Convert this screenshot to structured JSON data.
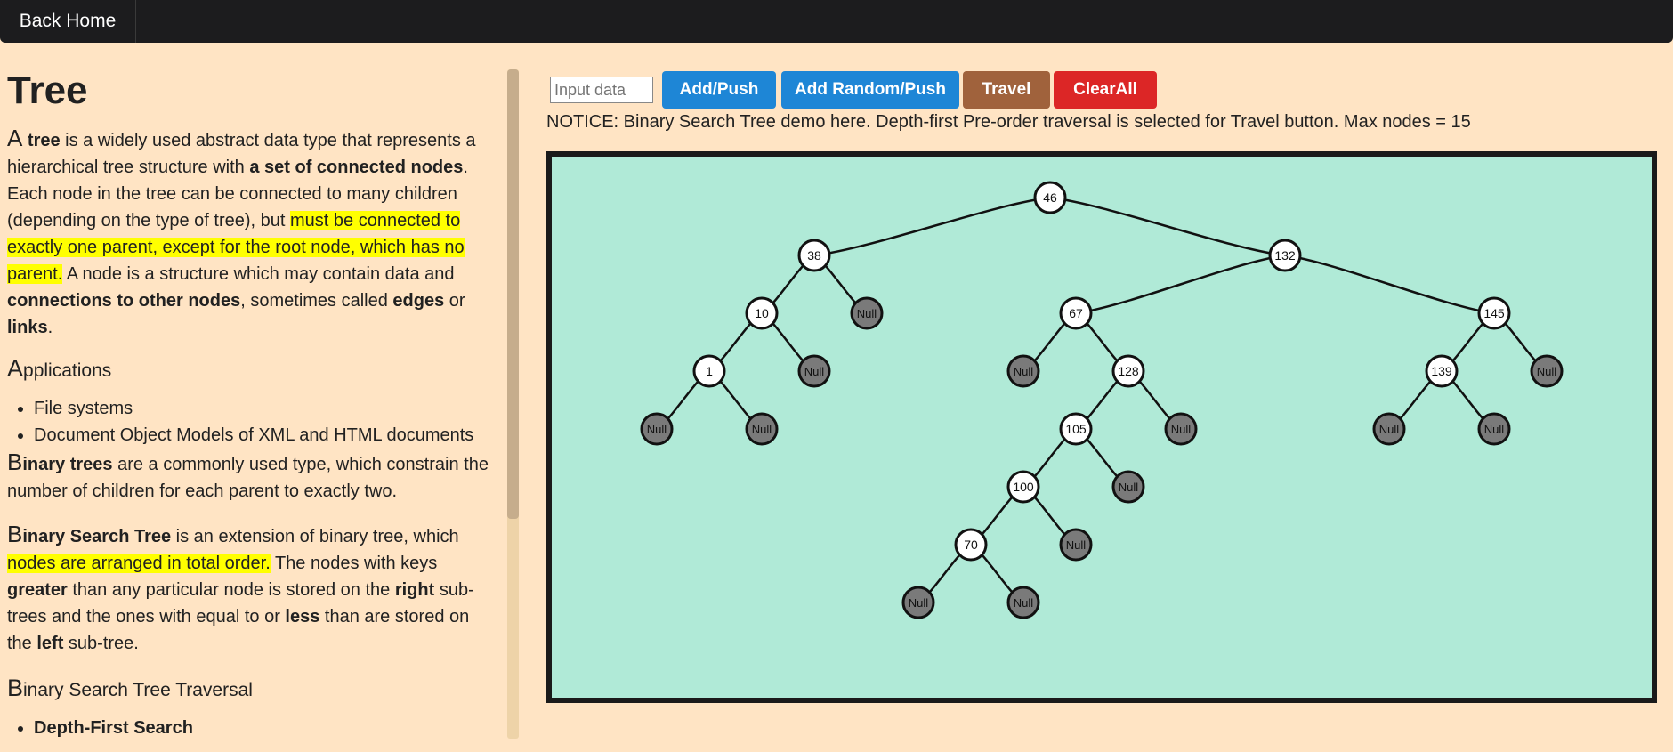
{
  "nav": {
    "back_home": "Back Home"
  },
  "article": {
    "title": "Tree",
    "intro": {
      "a_big": "A",
      "t1": " ",
      "b_tree": "tree",
      "t2": " is a widely used abstract data type that represents a hierarchical tree structure with ",
      "b_nodes": "a set of connected nodes",
      "t3": ". Each node in the tree can be connected to many children (depending on the type of tree), but ",
      "hl": "must be connected to exactly one parent, except for the root node, which has no parent.",
      "t4": " A node is a structure which may contain data and ",
      "b_connections": "connections to other nodes",
      "t5": ", sometimes called ",
      "b_edges": "edges",
      "t6": " or ",
      "b_links": "links",
      "t7": "."
    },
    "applications": {
      "big": "A",
      "rest": "pplications"
    },
    "app_items": [
      "File systems",
      "Document Object Models of XML and HTML documents"
    ],
    "binary": {
      "big": "B",
      "b_rest": "inary trees",
      "t1": " are a commonly used type, which constrain the number of children for each parent to exactly two."
    },
    "bst": {
      "big": "B",
      "b_rest": "inary Search Tree",
      "t1": " is an extension of binary tree, which ",
      "hl": "nodes are arranged in total order.",
      "t2": " The nodes with keys ",
      "b_greater": "greater",
      "t3": " than any particular node is stored on the ",
      "b_right": "right",
      "t4": " sub-trees and the ones with equal to or ",
      "b_less": "less",
      "t5": " than are stored on the ",
      "b_left": "left",
      "t6": " sub-tree."
    },
    "traversal": {
      "big": "B",
      "rest": "inary Search Tree Traversal"
    },
    "traversal_items": [
      "Depth-First Search"
    ]
  },
  "controls": {
    "input_placeholder": "Input data",
    "add_push": "Add/Push",
    "add_random": "Add Random/Push",
    "travel": "Travel",
    "clear_all": "ClearAll"
  },
  "notice": "NOTICE: Binary Search Tree demo here. Depth-first Pre-order traversal is selected for Travel button. Max nodes = 15",
  "colors": {
    "page_bg": "#ffe4c4",
    "canvas_bg": "#b0ead7",
    "blue_button": "#1e86d6",
    "travel_button": "#a0623c",
    "clear_button": "#dc2626",
    "null_node": "#7a7a7a"
  },
  "tree": {
    "null_label": "Null",
    "nodes": [
      {
        "id": "46",
        "label": "46",
        "parent": null
      },
      {
        "id": "38",
        "label": "38",
        "parent": "46"
      },
      {
        "id": "132",
        "label": "132",
        "parent": "46"
      },
      {
        "id": "10",
        "label": "10",
        "parent": "38"
      },
      {
        "id": "n38r",
        "label": "Null",
        "parent": "38",
        "null": true
      },
      {
        "id": "67",
        "label": "67",
        "parent": "132"
      },
      {
        "id": "145",
        "label": "145",
        "parent": "132"
      },
      {
        "id": "1",
        "label": "1",
        "parent": "10"
      },
      {
        "id": "n10r",
        "label": "Null",
        "parent": "10",
        "null": true
      },
      {
        "id": "n67l",
        "label": "Null",
        "parent": "67",
        "null": true
      },
      {
        "id": "128",
        "label": "128",
        "parent": "67"
      },
      {
        "id": "139",
        "label": "139",
        "parent": "145"
      },
      {
        "id": "n145r",
        "label": "Null",
        "parent": "145",
        "null": true
      },
      {
        "id": "n1l",
        "label": "Null",
        "parent": "1",
        "null": true
      },
      {
        "id": "n1r",
        "label": "Null",
        "parent": "1",
        "null": true
      },
      {
        "id": "105",
        "label": "105",
        "parent": "128"
      },
      {
        "id": "n128r",
        "label": "Null",
        "parent": "128",
        "null": true
      },
      {
        "id": "n139l",
        "label": "Null",
        "parent": "139",
        "null": true
      },
      {
        "id": "n139r",
        "label": "Null",
        "parent": "139",
        "null": true
      },
      {
        "id": "100",
        "label": "100",
        "parent": "105"
      },
      {
        "id": "n105r",
        "label": "Null",
        "parent": "105",
        "null": true
      },
      {
        "id": "70",
        "label": "70",
        "parent": "100"
      },
      {
        "id": "n100r",
        "label": "Null",
        "parent": "100",
        "null": true
      },
      {
        "id": "n70l",
        "label": "Null",
        "parent": "70",
        "null": true
      },
      {
        "id": "n70r",
        "label": "Null",
        "parent": "70",
        "null": true
      }
    ]
  }
}
